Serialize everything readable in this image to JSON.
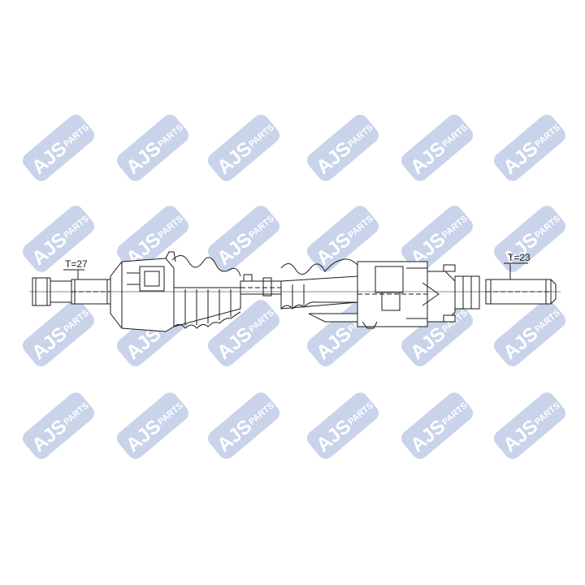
{
  "watermark": {
    "brand": "AJS",
    "sub": "PARTS",
    "color": "#c9d3ea",
    "text_color": "#ffffff"
  },
  "labels": {
    "left_thread": "T=27",
    "right_thread": "T=23"
  },
  "colors": {
    "line": "#1a1a1a",
    "background": "#ffffff"
  }
}
